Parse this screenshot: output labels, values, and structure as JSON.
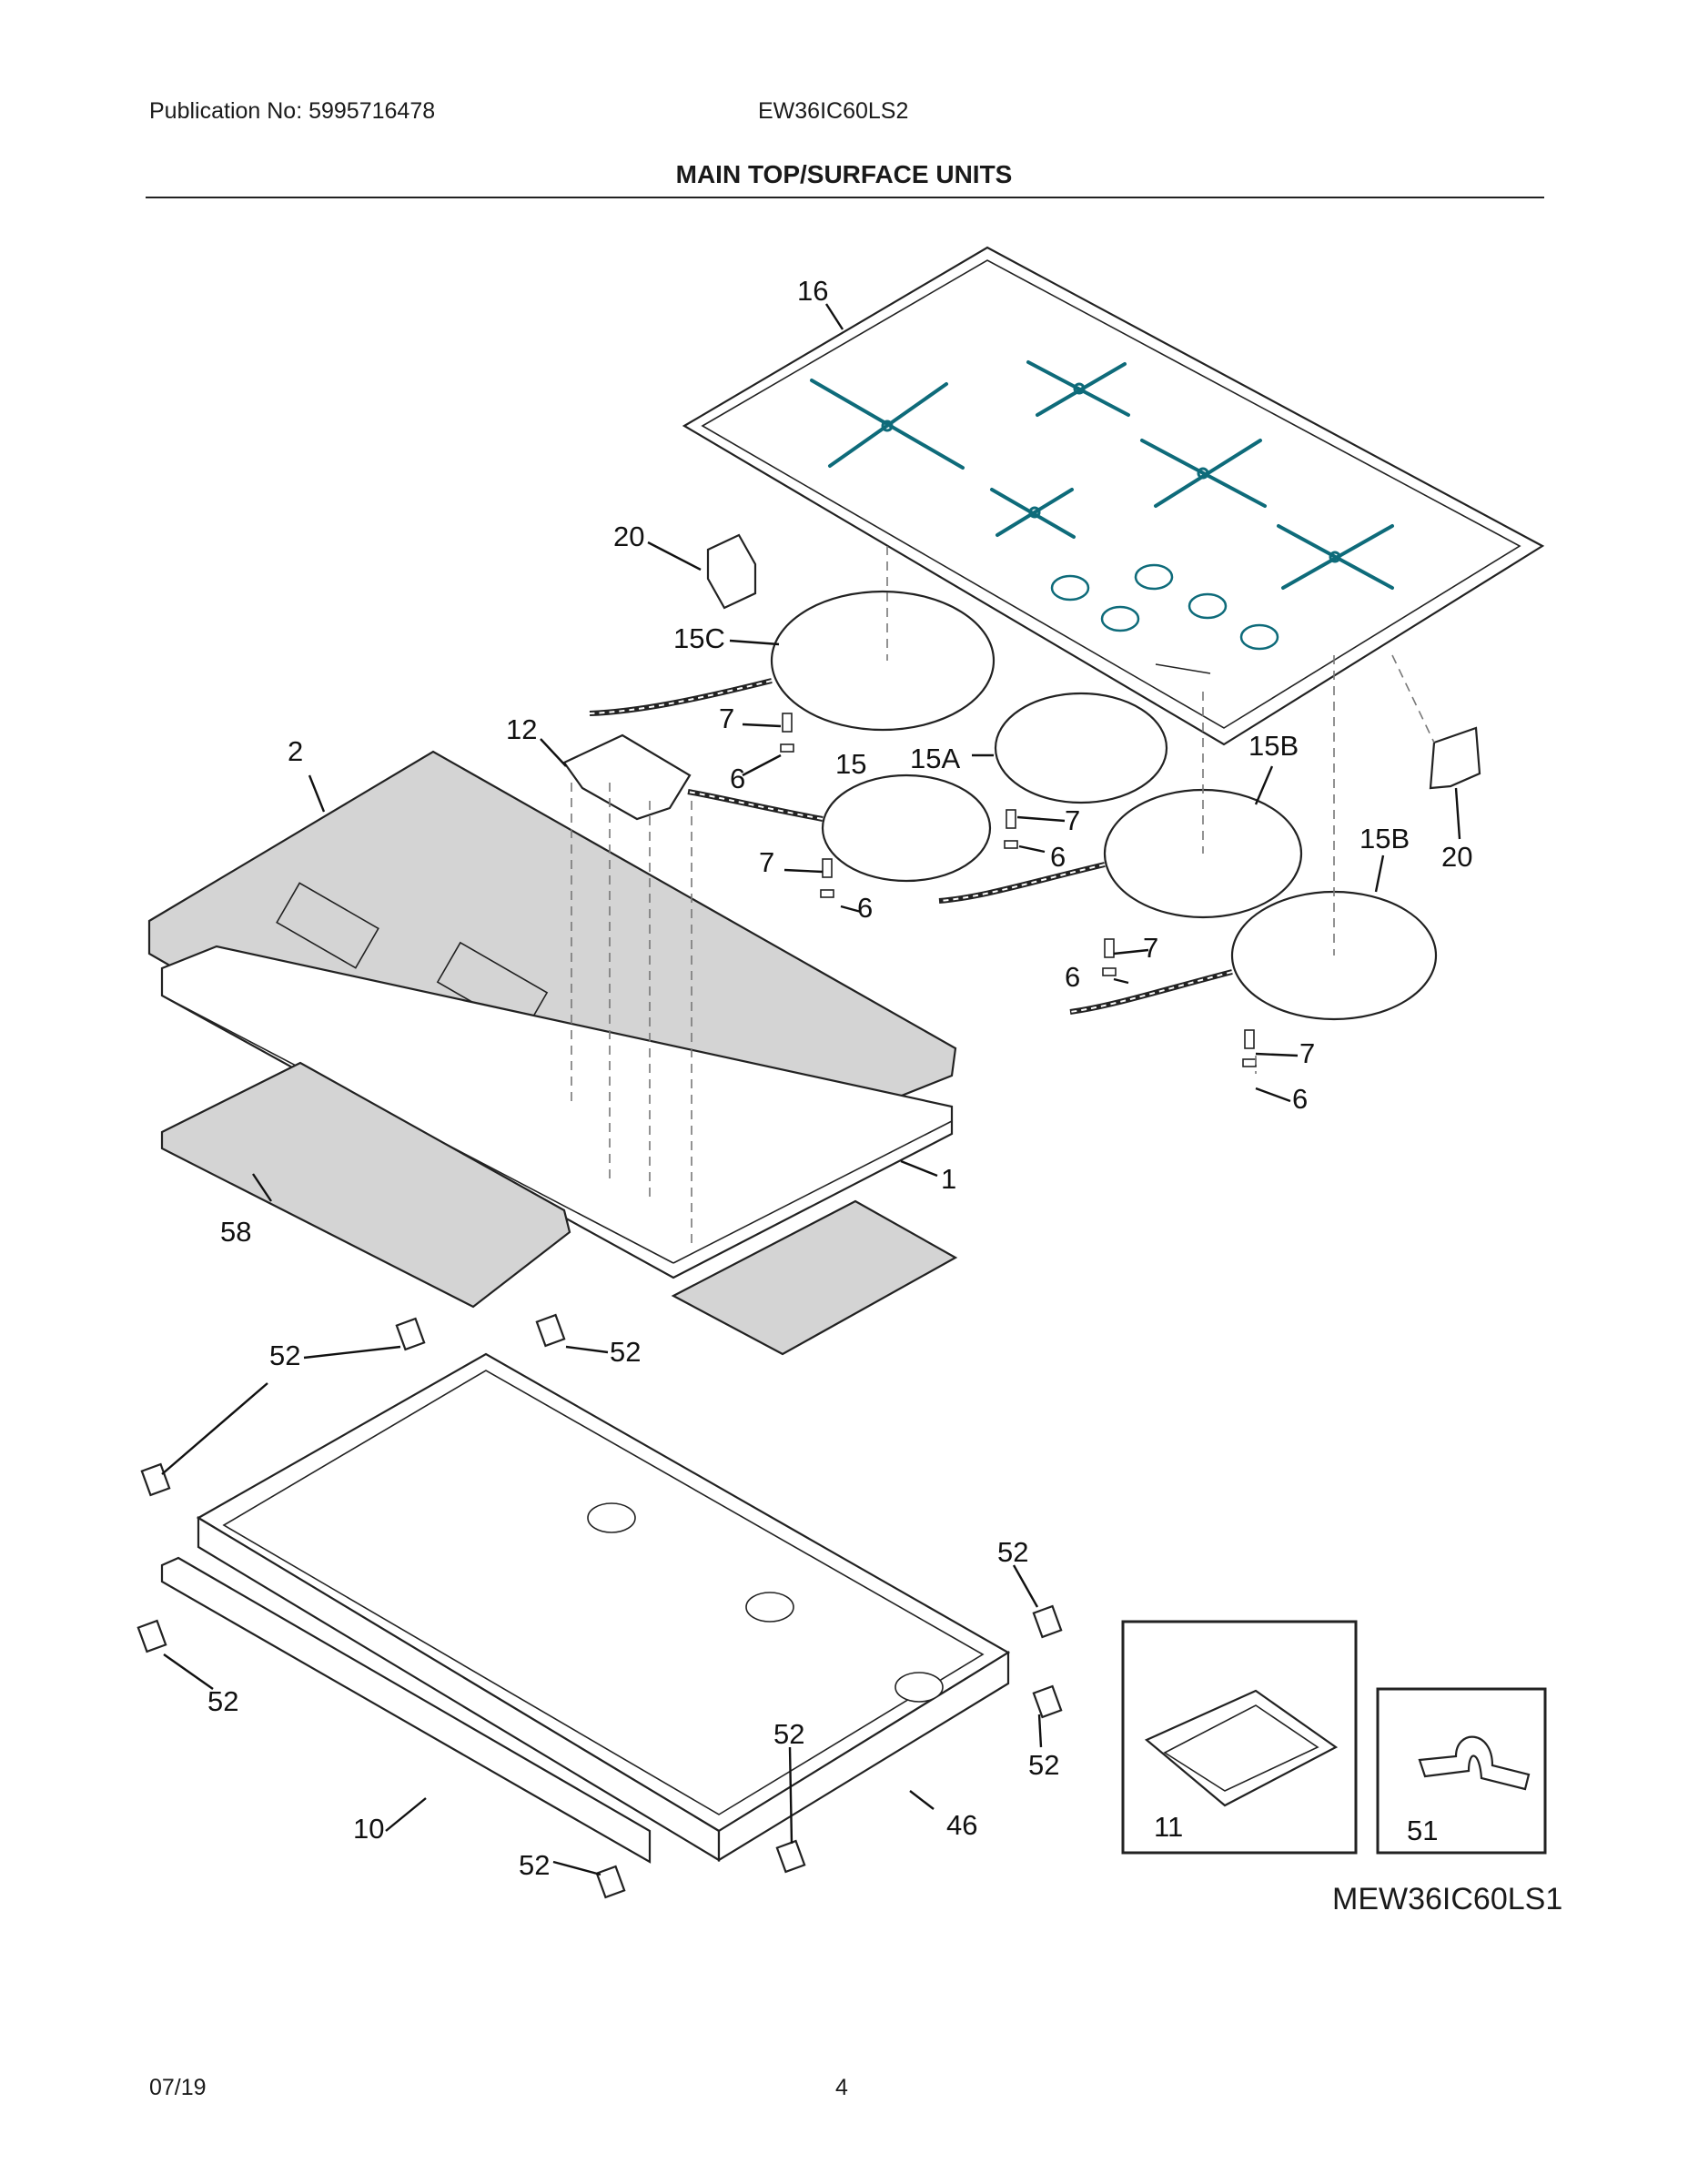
{
  "header": {
    "publication": "Publication No: 5995716478",
    "model": "EW36IC60LS2",
    "title": "MAIN TOP/SURFACE UNITS"
  },
  "part_labels": {
    "p16": "16",
    "p20a": "20",
    "p20b": "20",
    "p15c": "15C",
    "p12": "12",
    "p2": "2",
    "p7a": "7",
    "p6a": "6",
    "p15": "15",
    "p15a": "15A",
    "p15b1": "15B",
    "p15b2": "15B",
    "p7b": "7",
    "p6b": "6",
    "p7c": "7",
    "p6c": "6",
    "p7d": "7",
    "p6d": "6",
    "p7e": "7",
    "p6e": "6",
    "p1": "1",
    "p58": "58",
    "p52a": "52",
    "p52b": "52",
    "p52c": "52",
    "p52d": "52",
    "p52e": "52",
    "p52f": "52",
    "p52g": "52",
    "p10": "10",
    "p46": "46",
    "p11": "11",
    "p51": "51"
  },
  "diagram_code": "MEW36IC60LS1",
  "footer": {
    "date": "07/19",
    "page": "4"
  },
  "colors": {
    "coil_marks": "#0e6b7a",
    "sheet_fill": "#d4d4d4",
    "line": "#222222"
  }
}
